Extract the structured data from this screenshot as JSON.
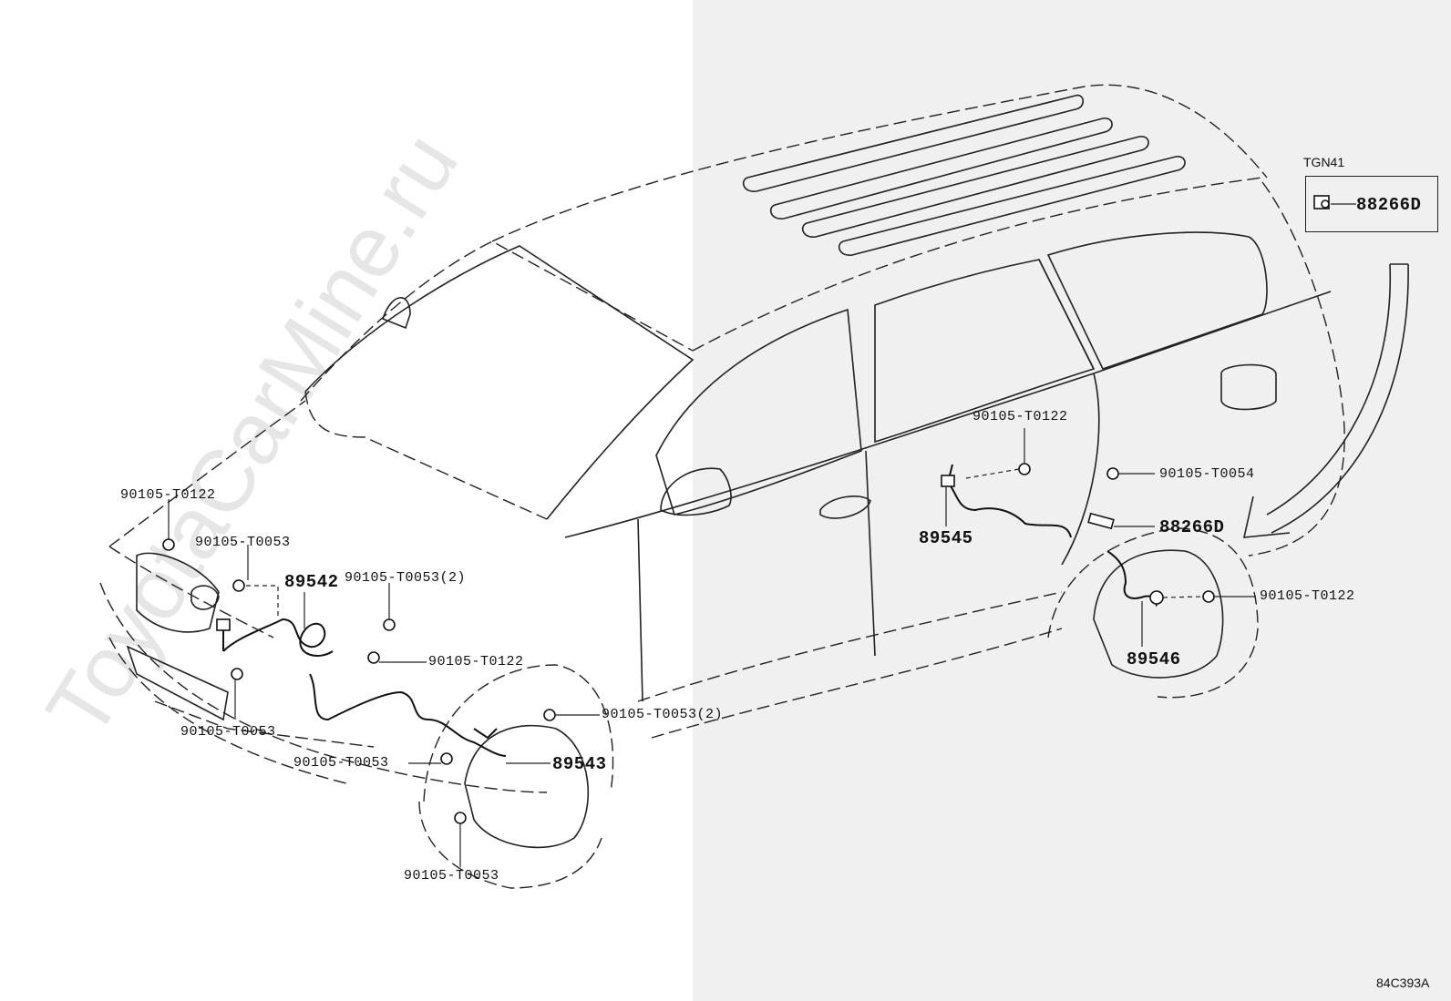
{
  "watermark": "ToyotaCarMine.ru",
  "inset": {
    "model": "TGN41",
    "part": "88266D"
  },
  "diagram_code": "84C393A",
  "labels": {
    "bolt_front_left_top": "90105-T0122",
    "bolt_front_left_upper": "90105-T0053",
    "sensor_front_harness": "89542",
    "bolt_front_mid_2": "90105-T0053(2)",
    "bolt_front_mid_t0122": "90105-T0122",
    "bolt_front_left_lower": "90105-T0053",
    "bolt_front_bottom": "90105-T0053",
    "bolt_front_right_2": "90105-T0053(2)",
    "sensor_front_wheel": "89543",
    "bolt_front_wheel_bottom": "90105-T0053",
    "bolt_rear_mid": "90105-T0122",
    "sensor_rear_left": "89545",
    "bolt_rear_right_top": "90105-T0054",
    "bracket_rear": "88266D",
    "bolt_rear_right": "90105-T0122",
    "sensor_rear_right": "89546"
  }
}
